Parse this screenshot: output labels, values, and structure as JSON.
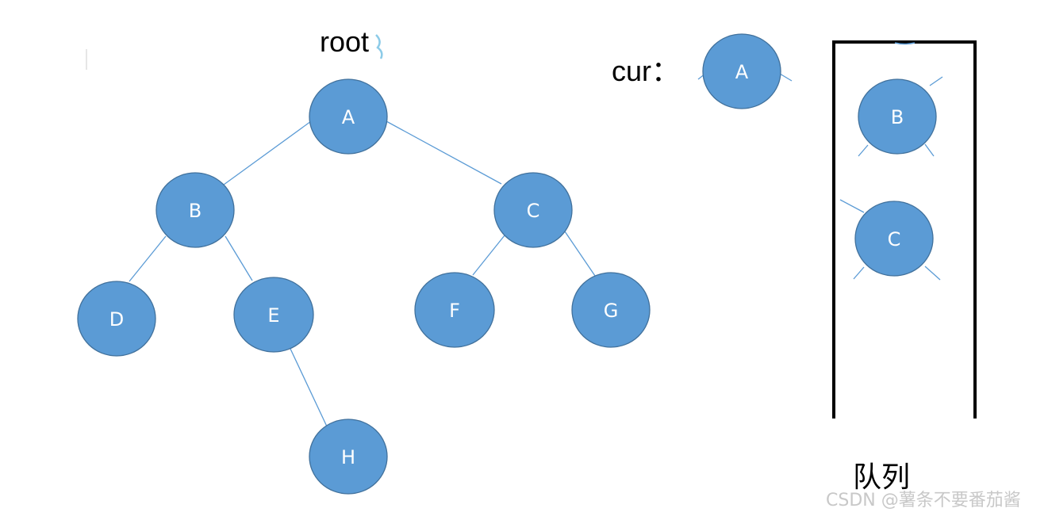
{
  "labels": {
    "root": "root",
    "cur": "cur：",
    "queue": "队列",
    "watermark": "CSDN @薯条不要番茄酱"
  },
  "tree": {
    "nodes": {
      "a": "A",
      "b": "B",
      "c": "C",
      "d": "D",
      "e": "E",
      "f": "F",
      "g": "G",
      "h": "H"
    }
  },
  "cur_node": "A",
  "queue_nodes": [
    "B",
    "C"
  ],
  "colors": {
    "node_fill": "#5b9bd5",
    "node_stroke": "#41719c",
    "edge": "#5b9bd5",
    "queue_border": "#000000",
    "label_text": "#ffffff"
  }
}
